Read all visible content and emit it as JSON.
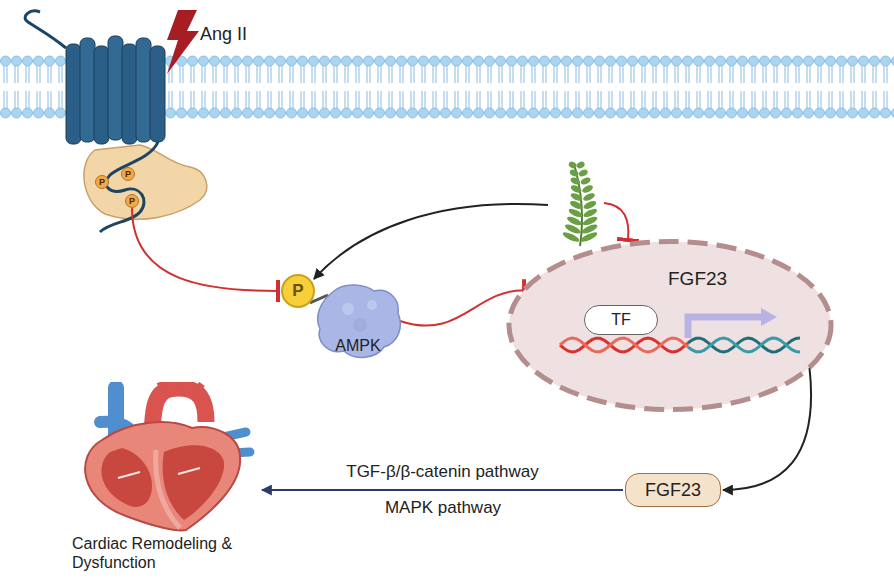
{
  "diagram": {
    "nodes": [
      {
        "text": [
          "P"
        ]
      },
      {
        "text": [
          "P"
        ]
      },
      {
        "text": [
          "P"
        ]
      },
      {
        "text": [
          "P"
        ]
      },
      {
        "text": [
          "AMPK"
        ]
      },
      {
        "text": [
          "FGF23"
        ]
      },
      {
        "text": [
          "TF"
        ],
        "in": 5
      },
      {
        "text": [
          "FGF23"
        ]
      },
      {
        "text": [
          "Cardiac Remodeling & Dysfunction"
        ]
      }
    ],
    "edges": [
      {
        "from": 2,
        "to": 3,
        "arrow": "to"
      },
      {
        "from": 3,
        "to": 4,
        "arrow": "none"
      },
      {
        "from": 4,
        "to": 5,
        "arrow": "to"
      },
      {
        "from": 5,
        "to": 7,
        "arrow": "to"
      },
      {
        "from": 7,
        "to": 8,
        "arrow": "to",
        "label": "TGF-β/β-catenin pathway"
      }
    ],
    "labels": [
      "Ang II",
      "MAPK pathway"
    ]
  }
}
